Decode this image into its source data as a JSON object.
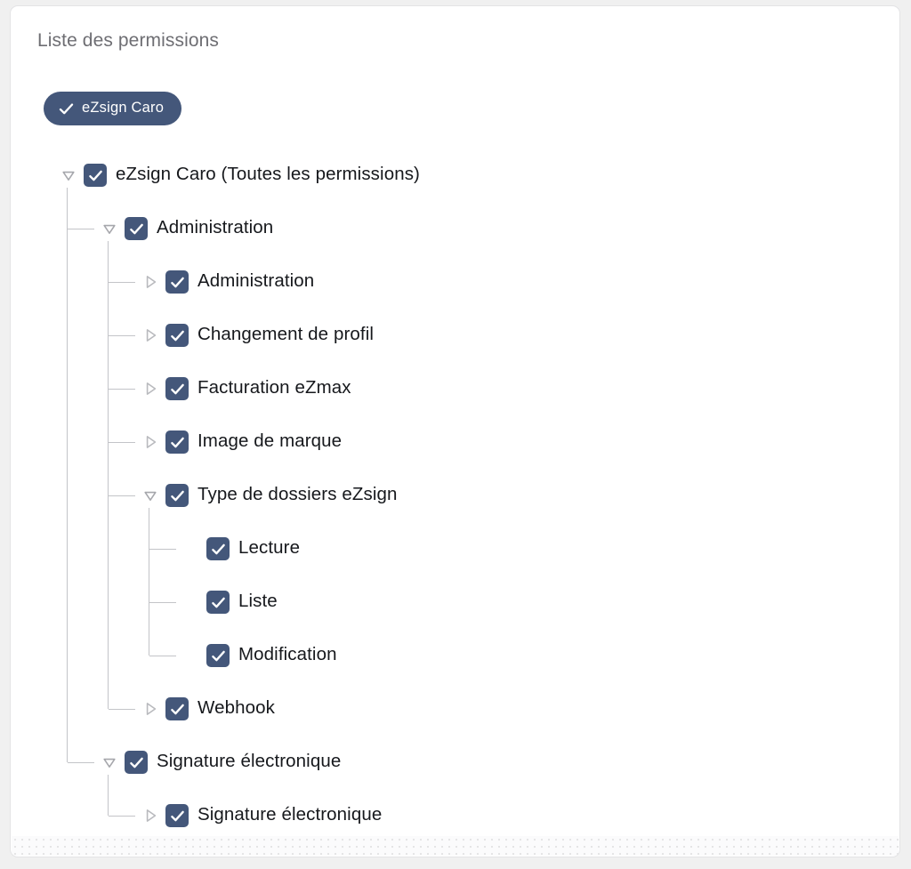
{
  "card": {
    "title": "Liste des permissions"
  },
  "selected_pill": {
    "label": "eZsign Caro",
    "icon": "check-icon",
    "color": "#44577a"
  },
  "colors": {
    "checkbox_fill": "#44577a",
    "checkmark": "#ffffff",
    "title_text": "#6e6e73",
    "node_text": "#16181c",
    "tree_line": "#c3c4c8",
    "toggle_collapsed": "#b9babe",
    "toggle_expanded": "#a6a7ac",
    "card_background": "#ffffff",
    "page_background": "#f0f0f0",
    "card_border": "#e3e3e5"
  },
  "tree": {
    "nodes": [
      {
        "label": "eZsign Caro (Toutes les permissions)",
        "depth": 0,
        "checked": true,
        "state": "expanded",
        "toggle_icon": "chevron-down-icon"
      },
      {
        "label": "Administration",
        "depth": 1,
        "checked": true,
        "state": "expanded",
        "toggle_icon": "chevron-down-icon"
      },
      {
        "label": "Administration",
        "depth": 2,
        "checked": true,
        "state": "collapsed",
        "toggle_icon": "chevron-right-icon"
      },
      {
        "label": "Changement de profil",
        "depth": 2,
        "checked": true,
        "state": "collapsed",
        "toggle_icon": "chevron-right-icon"
      },
      {
        "label": "Facturation eZmax",
        "depth": 2,
        "checked": true,
        "state": "collapsed",
        "toggle_icon": "chevron-right-icon"
      },
      {
        "label": "Image de marque",
        "depth": 2,
        "checked": true,
        "state": "collapsed",
        "toggle_icon": "chevron-right-icon"
      },
      {
        "label": "Type de dossiers eZsign",
        "depth": 2,
        "checked": true,
        "state": "expanded",
        "toggle_icon": "chevron-down-icon"
      },
      {
        "label": "Lecture",
        "depth": 3,
        "checked": true,
        "state": "leaf",
        "toggle_icon": ""
      },
      {
        "label": "Liste",
        "depth": 3,
        "checked": true,
        "state": "leaf",
        "toggle_icon": ""
      },
      {
        "label": "Modification",
        "depth": 3,
        "checked": true,
        "state": "leaf",
        "toggle_icon": ""
      },
      {
        "label": "Webhook",
        "depth": 2,
        "checked": true,
        "state": "collapsed",
        "toggle_icon": "chevron-right-icon"
      },
      {
        "label": "Signature électronique",
        "depth": 1,
        "checked": true,
        "state": "expanded",
        "toggle_icon": "chevron-down-icon"
      },
      {
        "label": "Signature électronique",
        "depth": 2,
        "checked": true,
        "state": "collapsed",
        "toggle_icon": "chevron-right-icon"
      }
    ]
  }
}
